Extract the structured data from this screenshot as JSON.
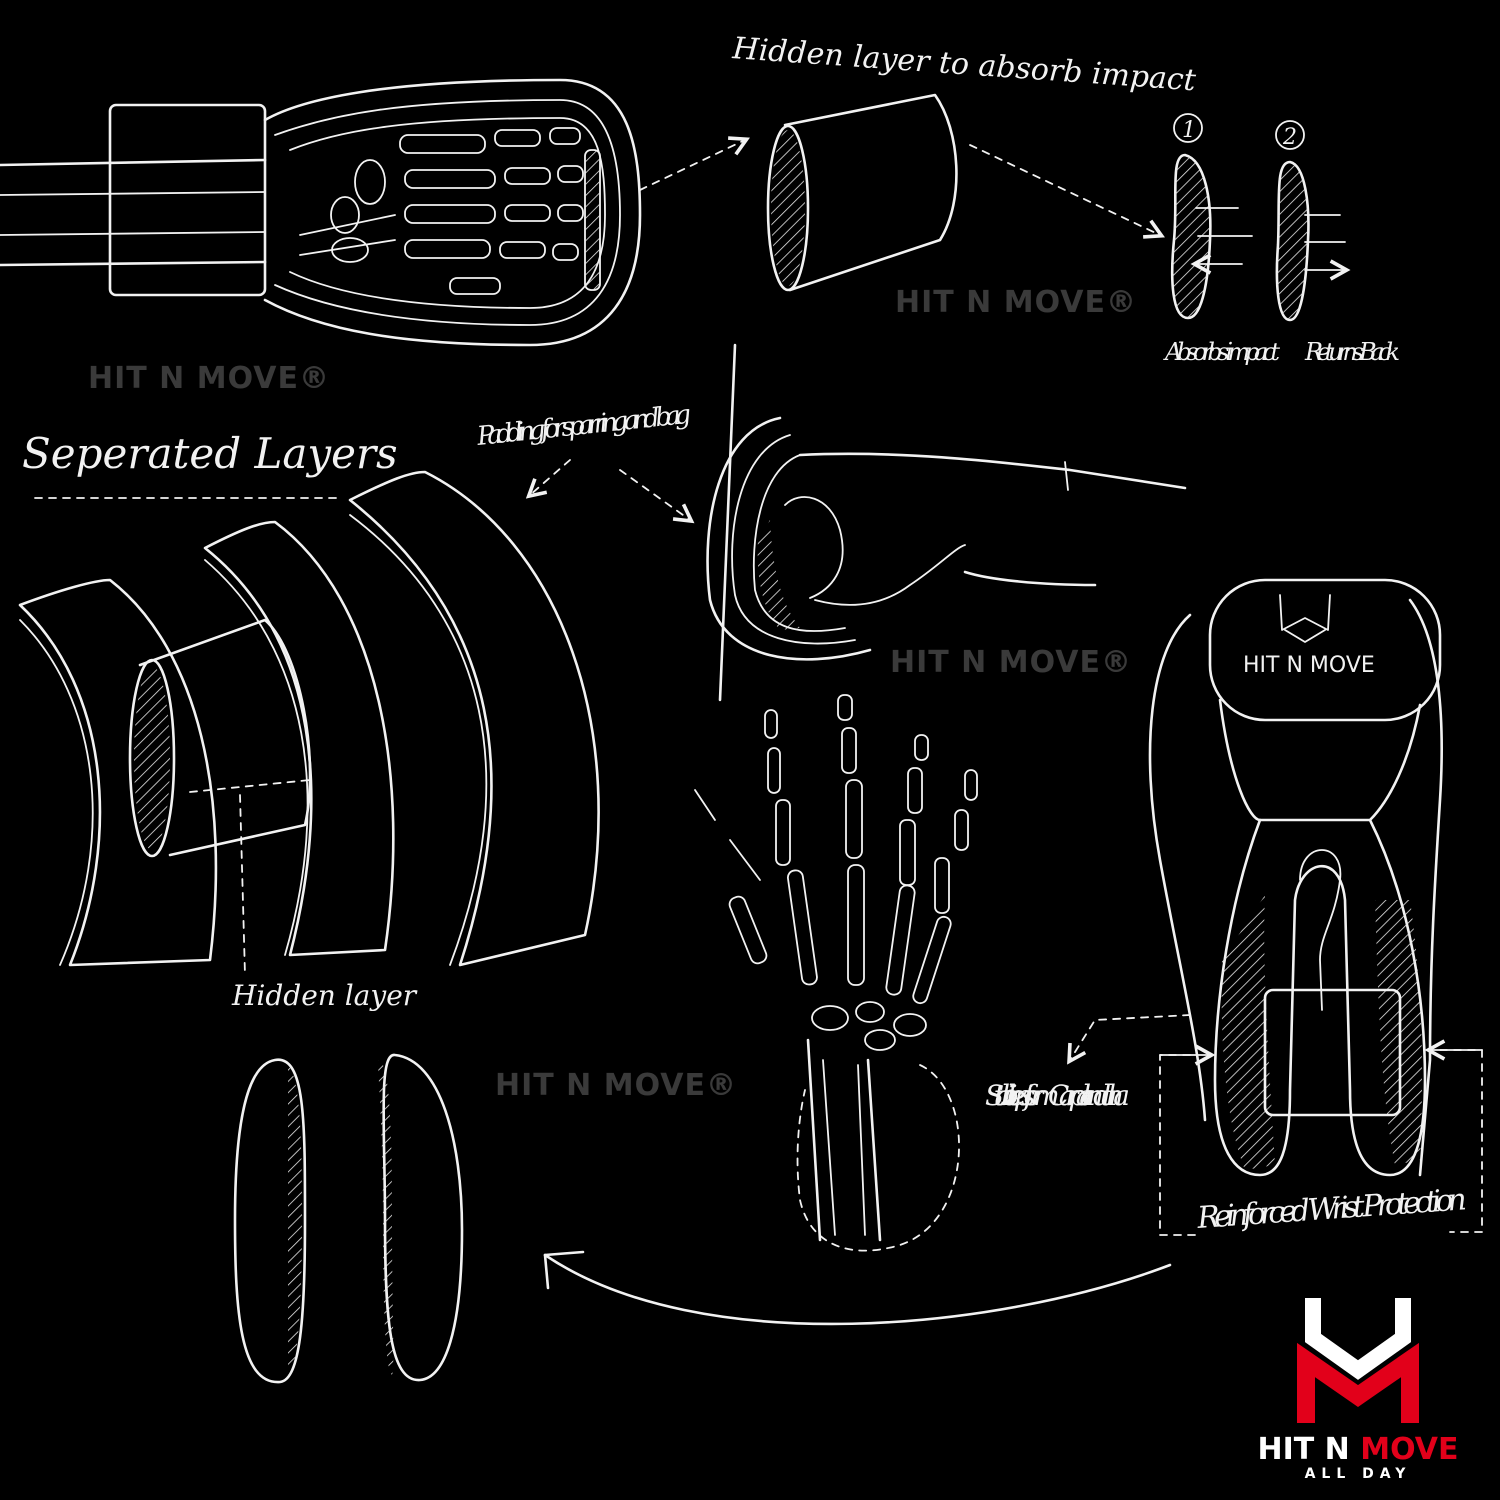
{
  "labels": {
    "hidden_layer_absorb": "Hidden layer to absorb impact",
    "step_1": "1",
    "step_2": "2",
    "absorbs_impact": "Absorbs impact",
    "returns_back": "Returns Back",
    "separated_layers": "Seperated Layers",
    "padding": "Padding for sparring and bag",
    "hidden_layer": "Hidden layer",
    "stabilize": "Stabilize psiform Carpal and ulna",
    "reinforced": "Reinforced Wrist Protection",
    "glove_logo_text": "HIT N MOVE"
  },
  "watermark": "HIT N MOVE®",
  "brand": {
    "name_part1": "HIT N ",
    "name_part2": "MOVE",
    "tagline": "ALL DAY",
    "accent_color": "#e2001a"
  }
}
